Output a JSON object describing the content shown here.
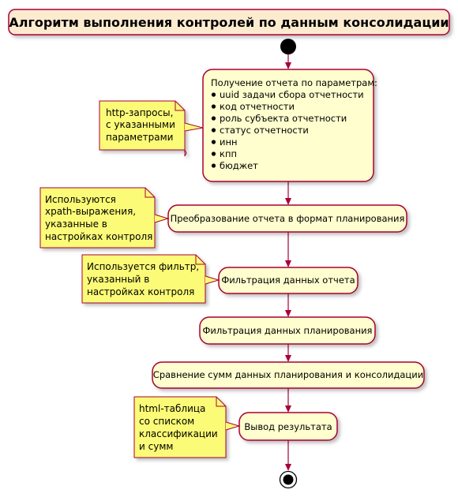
{
  "diagram": {
    "title": "Алгоритм выполнения контролей по данным консолидации",
    "activities": [
      {
        "heading": "Получение отчета по параметрам:",
        "bullets": [
          "uuid задачи сбора отчетности",
          "код отчетности",
          "роль субъекта отчетности",
          "статус отчетности",
          "инн",
          "кпп",
          "бюджет"
        ]
      },
      {
        "text": "Преобразование отчета в формат планирования"
      },
      {
        "text": "Фильтрация данных отчета"
      },
      {
        "text": "Фильтрация данных планирования"
      },
      {
        "text": "Сравнение сумм данных планирования и консолидации"
      },
      {
        "text": "Вывод результата"
      }
    ],
    "notes": [
      {
        "lines": [
          "http-запросы,",
          "с указанными",
          "параметрами"
        ]
      },
      {
        "lines": [
          "Используются",
          "xpath-выражения,",
          "указанные в",
          "настройках контроля"
        ]
      },
      {
        "lines": [
          "Используется фильтр,",
          "указанный в",
          "настройках контроля"
        ]
      },
      {
        "lines": [
          "html-таблица",
          "со списком",
          "классификации",
          "и сумм"
        ]
      }
    ],
    "colors": {
      "title_fill": "#FDEBD0",
      "title_border": "#A80036",
      "activity_fill": "#FEFECE",
      "activity_border": "#A80036",
      "arrow": "#A80036",
      "note_fill": "#FBFB77",
      "note_border": "#A80036",
      "node": "#000000"
    }
  }
}
